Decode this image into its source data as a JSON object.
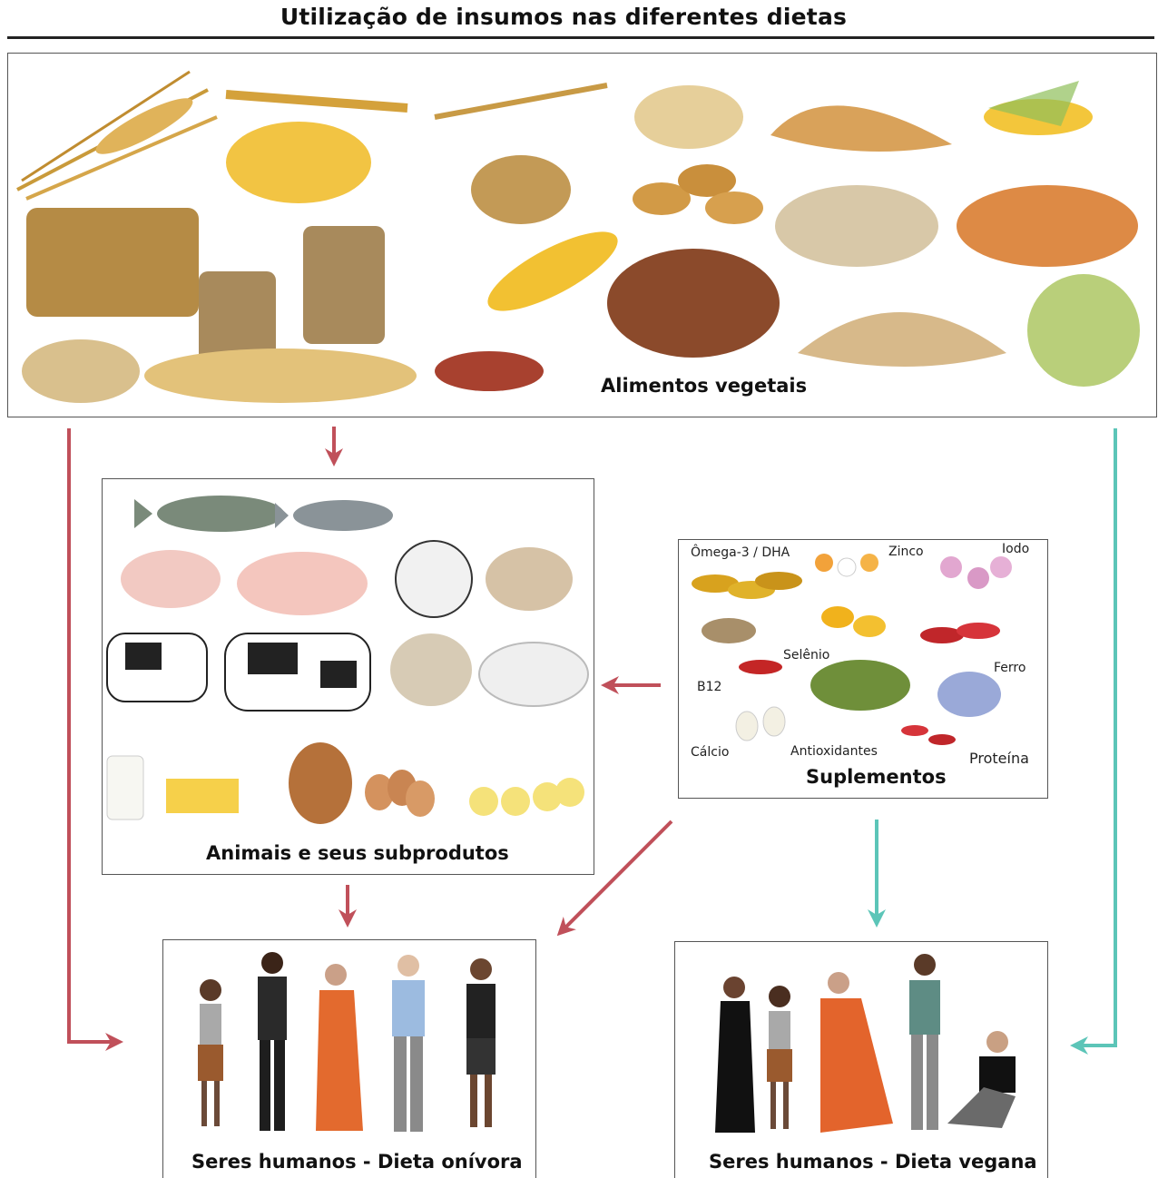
{
  "title": "Utilização de insumos nas diferentes dietas",
  "boxes": {
    "vegetais": "Alimentos vegetais",
    "animais": "Animais e seus subprodutos",
    "suplementos": "Suplementos",
    "onivora": "Seres humanos - Dieta onívora",
    "vegana": "Seres humanos - Dieta vegana"
  },
  "supplement_labels": {
    "omega3": "Ômega-3 / DHA",
    "zinco": "Zinco",
    "iodo": "Iodo",
    "selenio": "Selênio",
    "ferro": "Ferro",
    "b12": "B12",
    "calcio": "Cálcio",
    "antioxidantes": "Antioxidantes",
    "proteina": "Proteína"
  },
  "colors": {
    "omnivore_arrow": "#c0505a",
    "vegan_arrow": "#5cc5b8"
  }
}
